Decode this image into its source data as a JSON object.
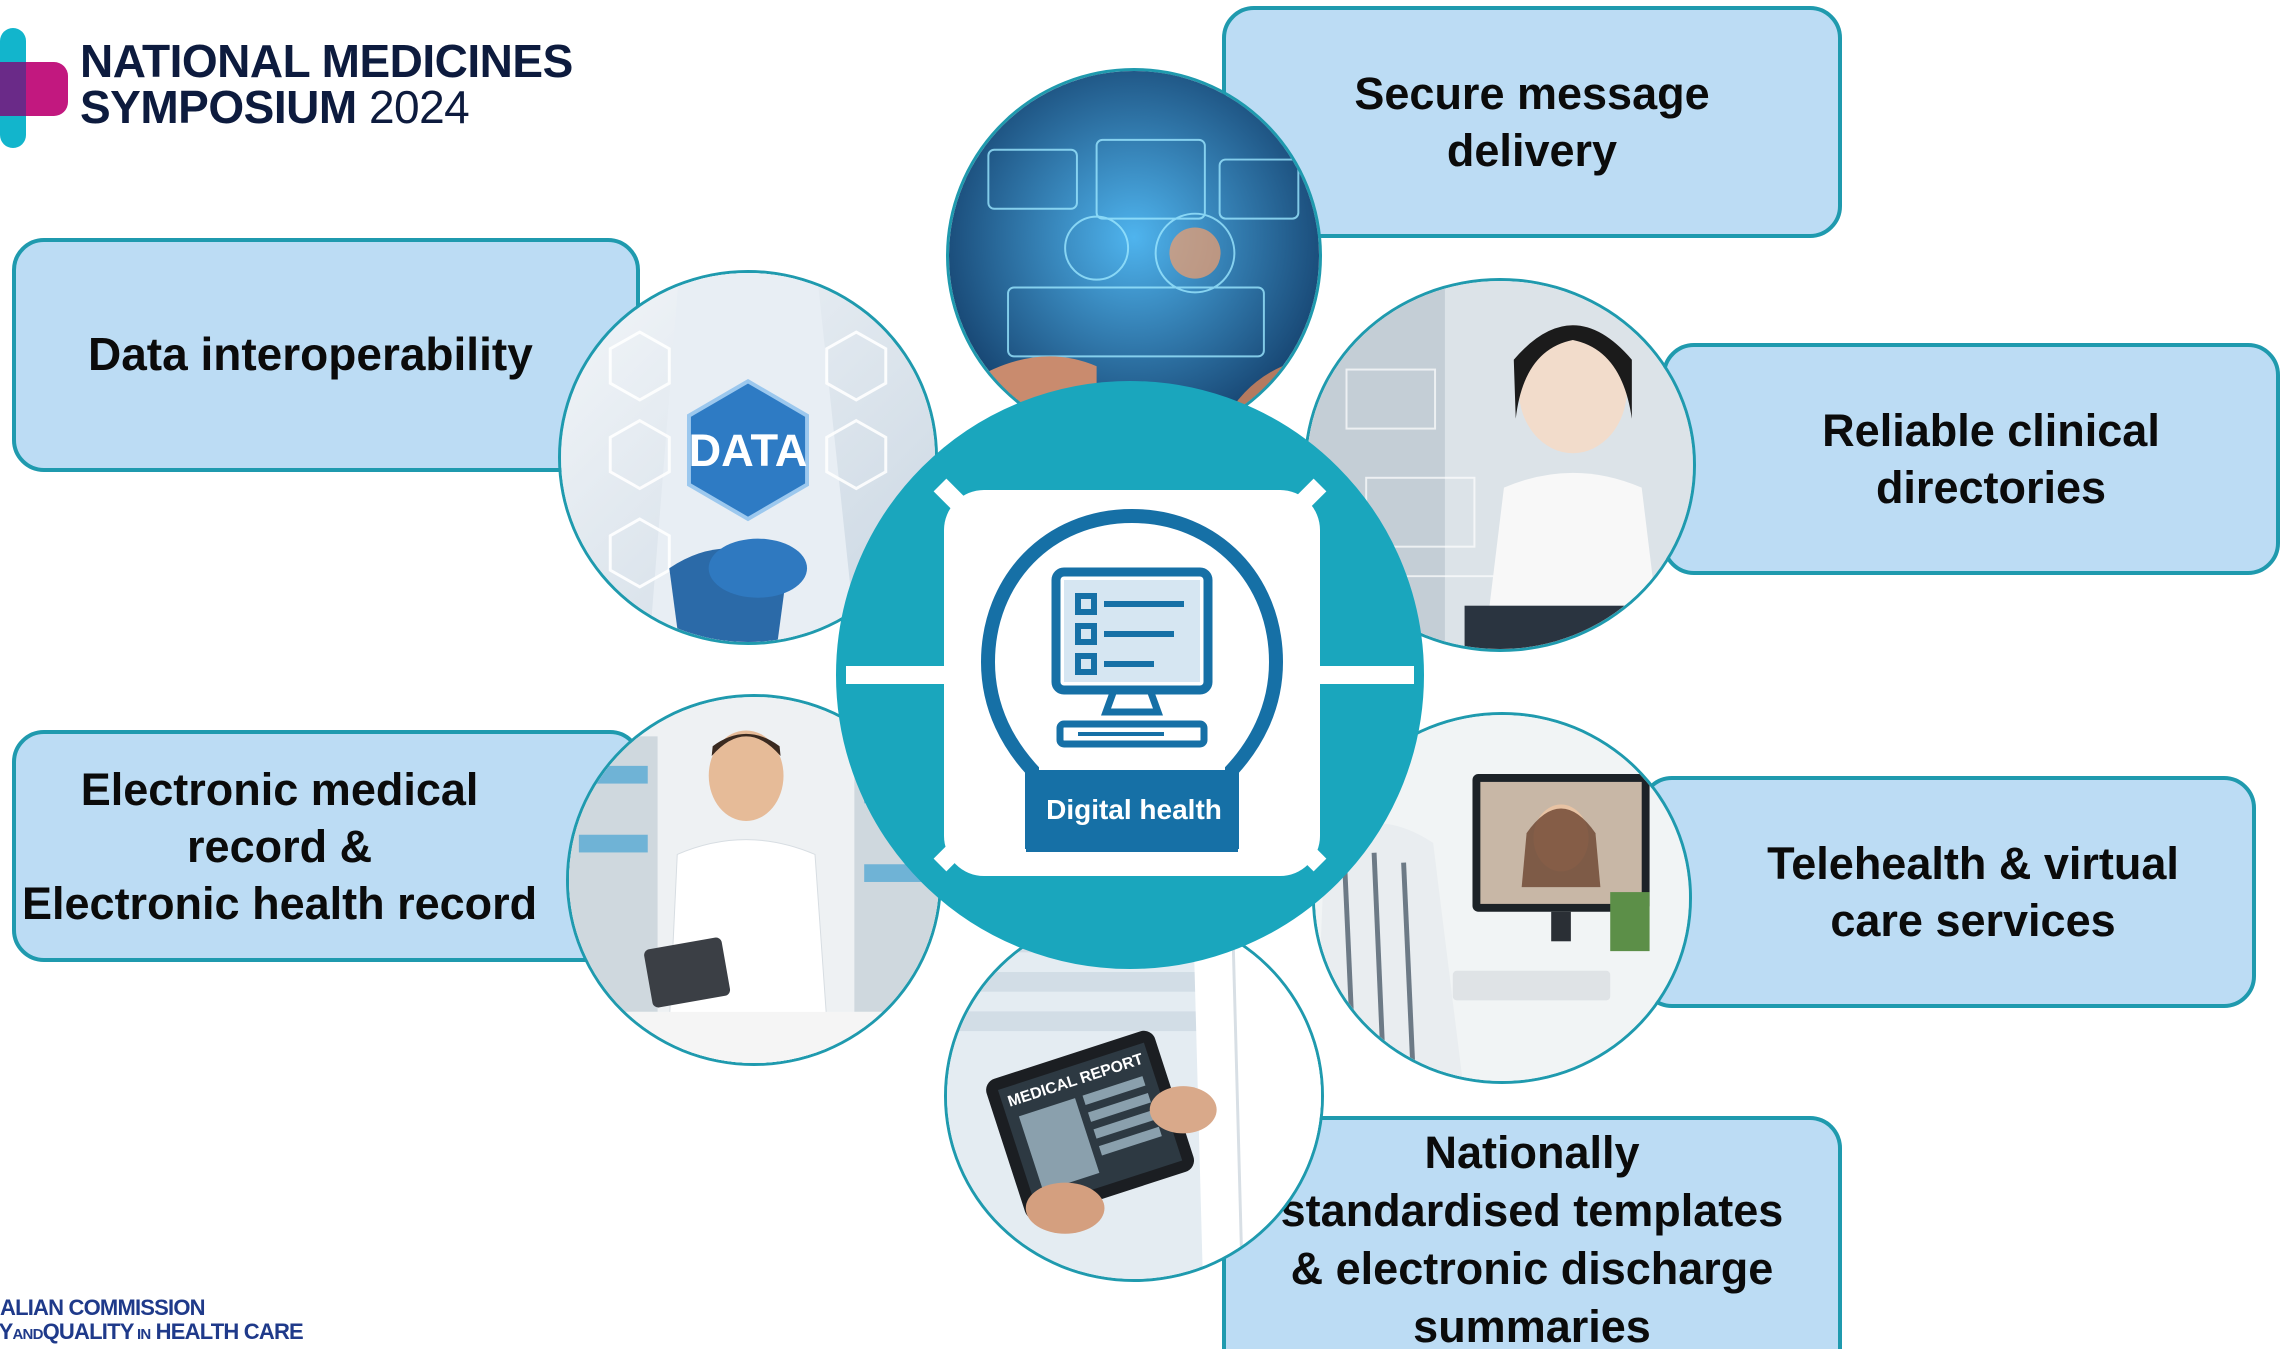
{
  "header": {
    "title_line1": "NATIONAL MEDICINES",
    "title_line2": "SYMPOSIUM",
    "year": "2024"
  },
  "footer": {
    "line1": "ALIAN COMMISSION",
    "line2_a": "TY",
    "line2_b": "AND",
    "line2_c": "QUALITY",
    "line2_d": "IN",
    "line2_e": "HEALTH CARE"
  },
  "hub": {
    "label": "Digital health"
  },
  "boxes": {
    "interop": [
      "Data interoperability"
    ],
    "emr": [
      "Electronic medical",
      "record &",
      "Electronic health record"
    ],
    "secure": [
      "Secure message",
      "delivery"
    ],
    "directory": [
      "Reliable clinical",
      "directories"
    ],
    "telehealth": [
      "Telehealth & virtual",
      "care services"
    ],
    "templates": [
      "Nationally",
      "standardised templates",
      "& electronic discharge",
      "summaries"
    ]
  },
  "photos": {
    "interop_badge": "DATA",
    "templates_badge": "MEDICAL REPORT"
  },
  "colors": {
    "teal": "#1aa6bd",
    "box_fill": "#bcdcf4",
    "box_border": "#1f9aae",
    "navy": "#0d1b3e",
    "logo_cyan": "#12b5cc",
    "logo_magenta": "#c2187f",
    "icon_blue": "#1670a6"
  }
}
